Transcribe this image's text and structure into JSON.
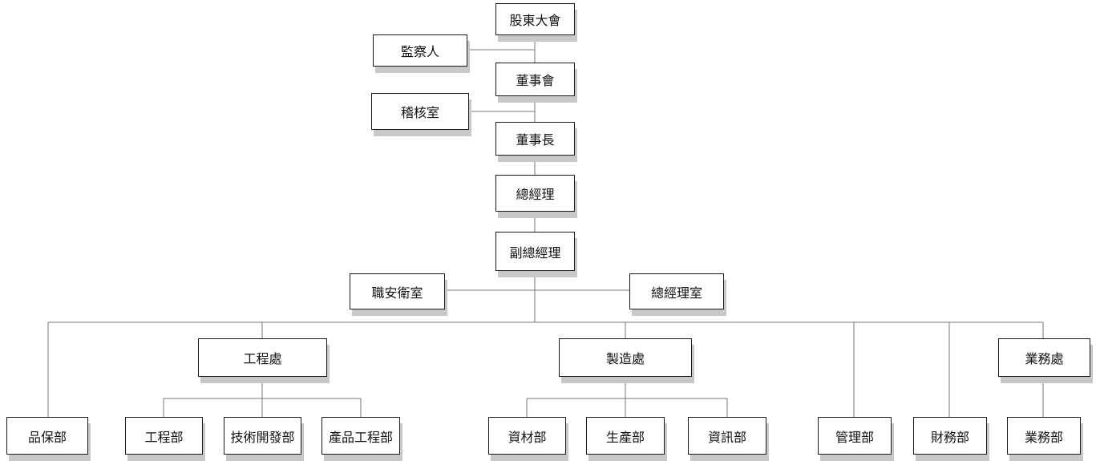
{
  "org_chart": {
    "colors": {
      "line": "#777777",
      "border": "#1a1a1a",
      "shadow": "#c8c8c8",
      "background": "#ffffff"
    },
    "nodes": {
      "shareholders": "股東大會",
      "supervisor": "監察人",
      "board": "董事會",
      "audit": "稽核室",
      "chairman": "董事長",
      "gm": "總經理",
      "vice_gm": "副總經理",
      "safety": "職安衛室",
      "gm_office": "總經理室",
      "engineering_div": "工程處",
      "manufacturing_div": "製造處",
      "sales_div": "業務處",
      "qa": "品保部",
      "engineering_dept": "工程部",
      "rd": "技術開發部",
      "product_eng": "產品工程部",
      "materials": "資材部",
      "production": "生產部",
      "it": "資訊部",
      "management": "管理部",
      "finance": "財務部",
      "sales_dept": "業務部"
    }
  }
}
